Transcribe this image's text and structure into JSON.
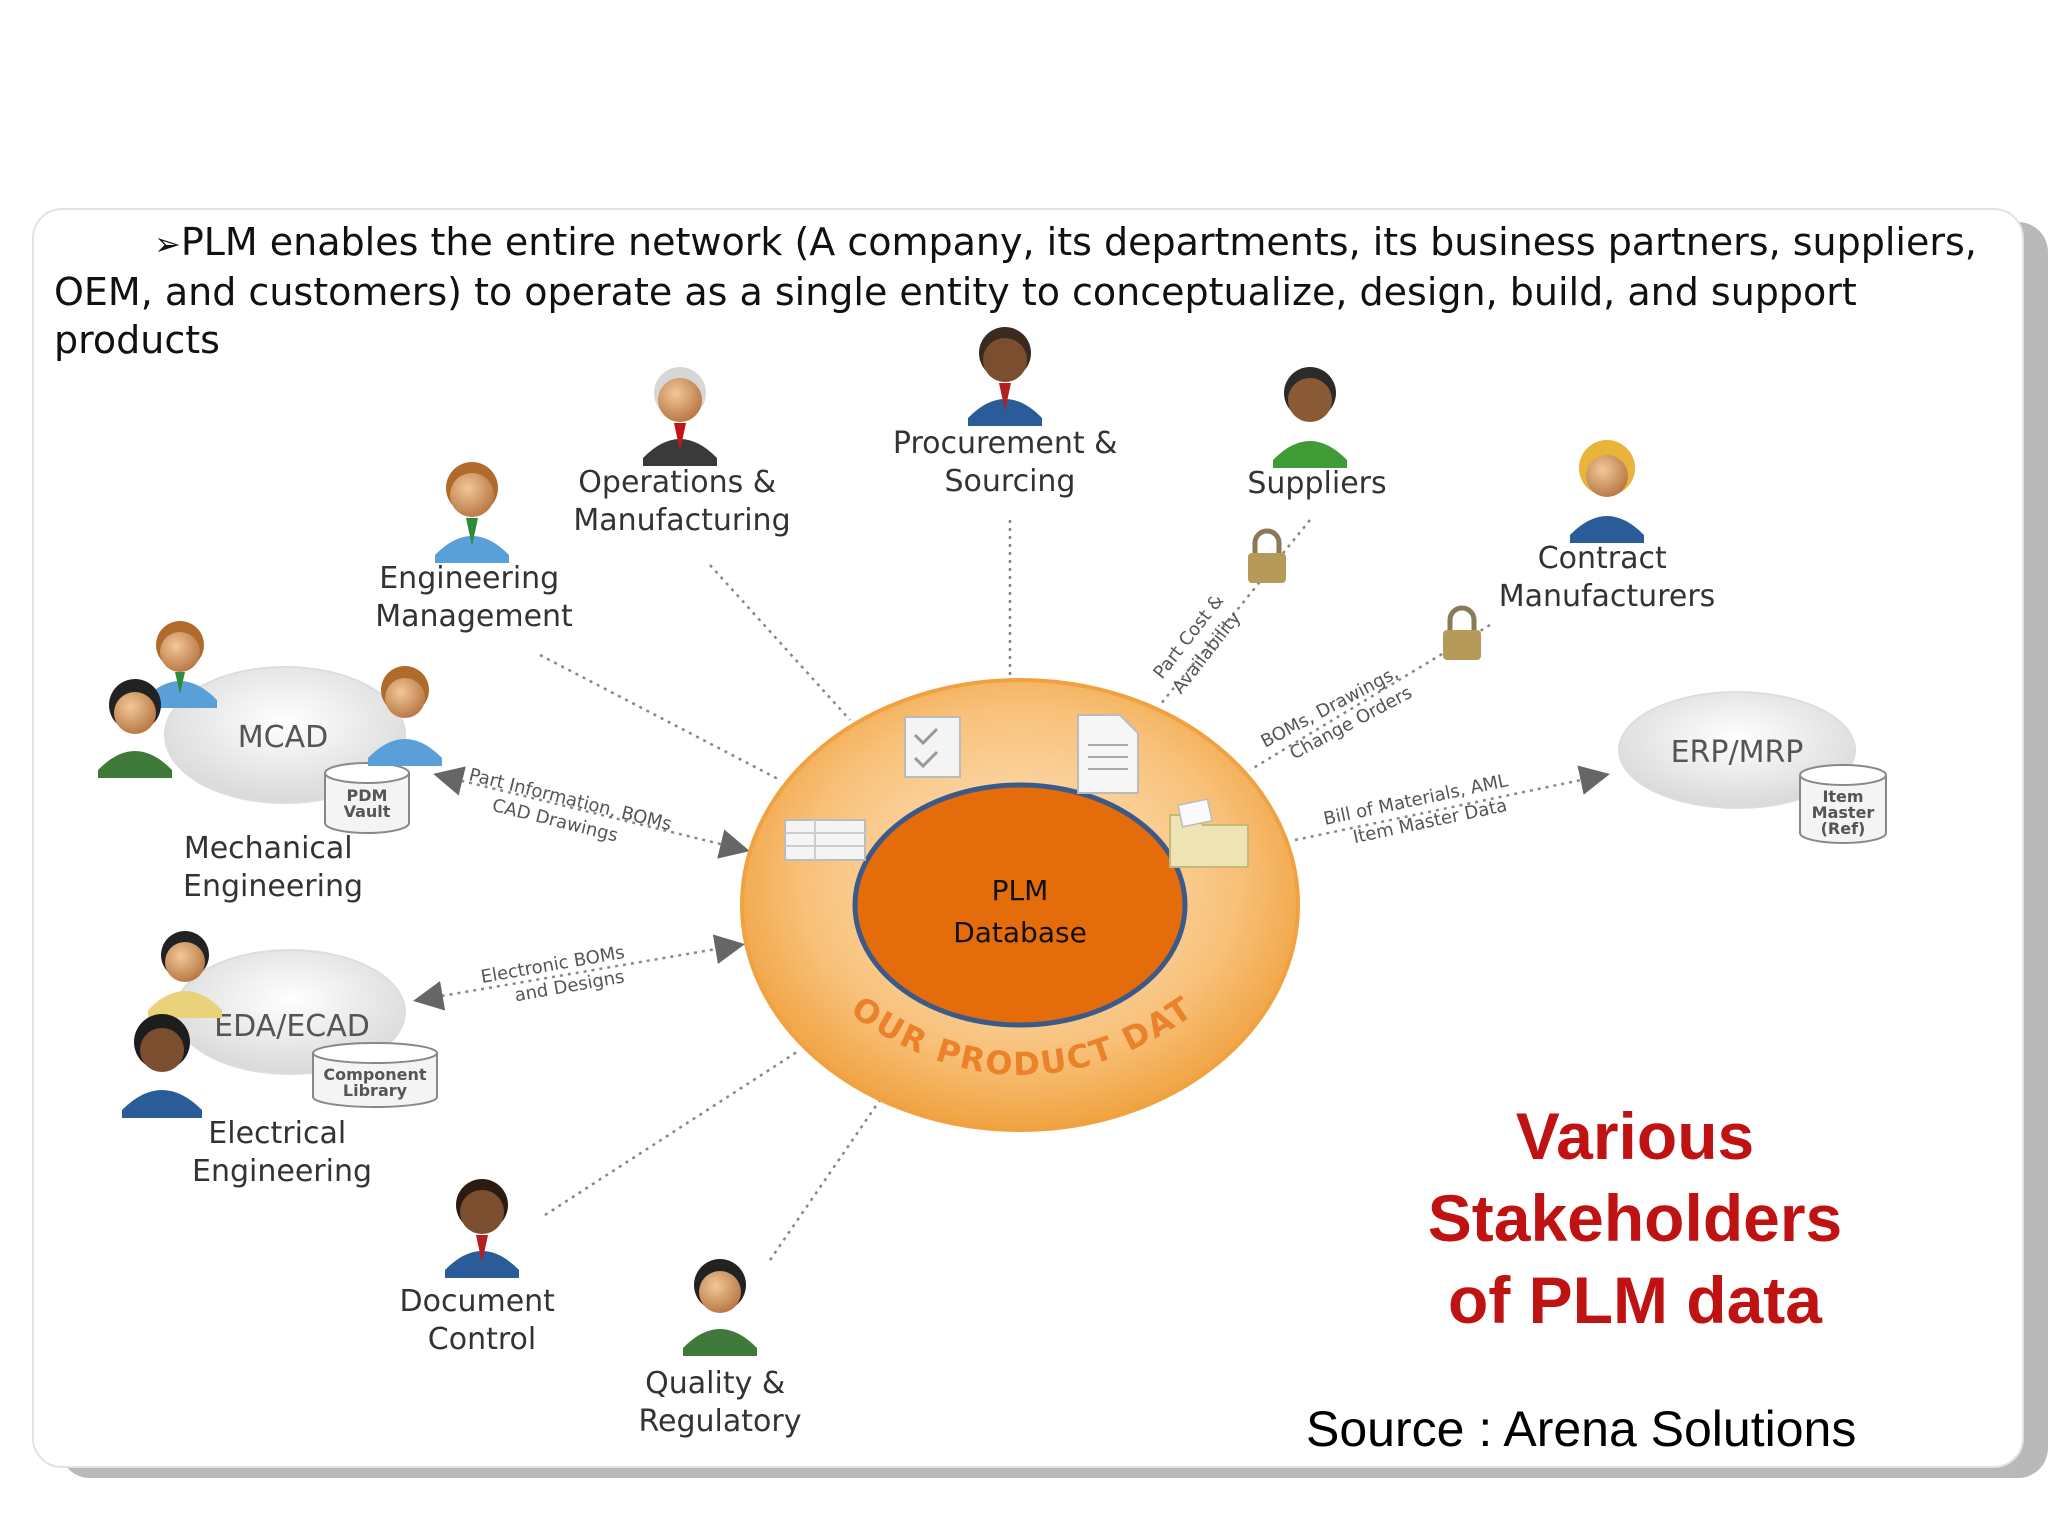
{
  "slide": {
    "bullet_symbol": "➢",
    "intro_text": "PLM enables the entire network (A company, its departments, its business partners, suppliers, OEM, and customers)  to operate as a single entity to conceptualize, design, build, and support products",
    "heading_lines": [
      "Various",
      "Stakeholders",
      "of PLM data"
    ],
    "source": "Source : Arena Solutions"
  },
  "hub": {
    "center_line1": "PLM",
    "center_line2": "Database",
    "ring_text": "YOUR PRODUCT DATA"
  },
  "stakeholders": {
    "operations": [
      "Operations &",
      "Manufacturing"
    ],
    "procurement": [
      "Procurement &",
      "Sourcing"
    ],
    "suppliers": [
      "Suppliers"
    ],
    "engineering_mgmt": [
      "Engineering",
      "Management"
    ],
    "contract_mfg": [
      "Contract",
      "Manufacturers"
    ],
    "mcad": "MCAD",
    "pdm_vault": [
      "PDM",
      "Vault"
    ],
    "mechanical": [
      "Mechanical",
      "Engineering"
    ],
    "erp": "ERP/MRP",
    "item_master": [
      "Item",
      "Master",
      "(Ref)"
    ],
    "eda": "EDA/ECAD",
    "component_library": [
      "Component",
      "Library"
    ],
    "electrical": [
      "Electrical",
      "Engineering"
    ],
    "document_control": [
      "Document",
      "Control"
    ],
    "quality": [
      "Quality &",
      "Regulatory"
    ]
  },
  "flows": {
    "mcad": [
      "Part Information, BOMs",
      "CAD Drawings"
    ],
    "eda": [
      "Electronic BOMs",
      "and Designs"
    ],
    "suppliers": [
      "Part Cost &",
      "Availability"
    ],
    "contract": [
      "BOMs, Drawings,",
      "Change Orders"
    ],
    "erp": [
      "Bill of Materials, AML",
      "Item Master Data"
    ]
  },
  "colors": {
    "heading_red": "#bf1212",
    "hub_orange": "#e46c0a",
    "ring_orange": "#f6b25a",
    "hub_border": "#3b5a8a"
  }
}
